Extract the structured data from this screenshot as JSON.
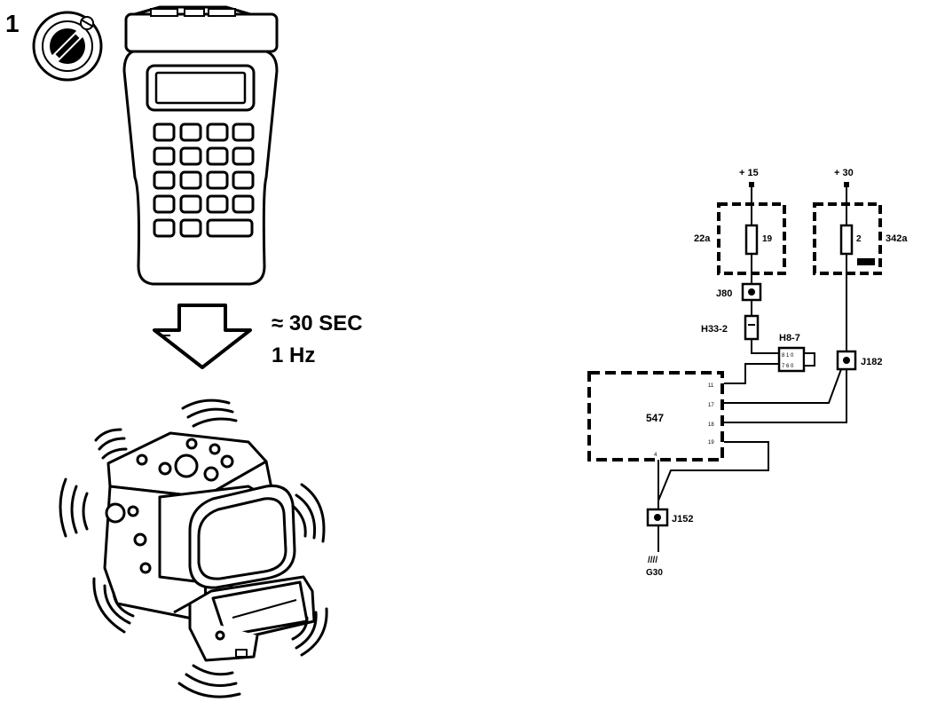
{
  "step_number": "1",
  "icons": {
    "ignition_key": "ignition-key-icon",
    "arrow": "down-arrow-icon",
    "scan_tool": "scan-tool-icon",
    "abs_unit": "abs-hydraulic-unit-icon"
  },
  "instruction": {
    "duration": "≈ 30 SEC",
    "frequency": "1 Hz"
  },
  "schematic": {
    "supply_15": "+ 15",
    "supply_30": "+ 30",
    "fuse_box_left": "22a",
    "fuse_box_right": "342a",
    "fuse_left_number": "19",
    "fuse_right_number": "2",
    "connector_j80": "J80",
    "connector_h33": "H33-2",
    "connector_h8": "H8-7",
    "connector_j182": "J182",
    "connector_j152": "J152",
    "module": "547",
    "module_pins": [
      "11",
      "17",
      "18",
      "19"
    ],
    "module_bottom_pin": "4",
    "ground_symbol": "////",
    "ground": "G30"
  }
}
